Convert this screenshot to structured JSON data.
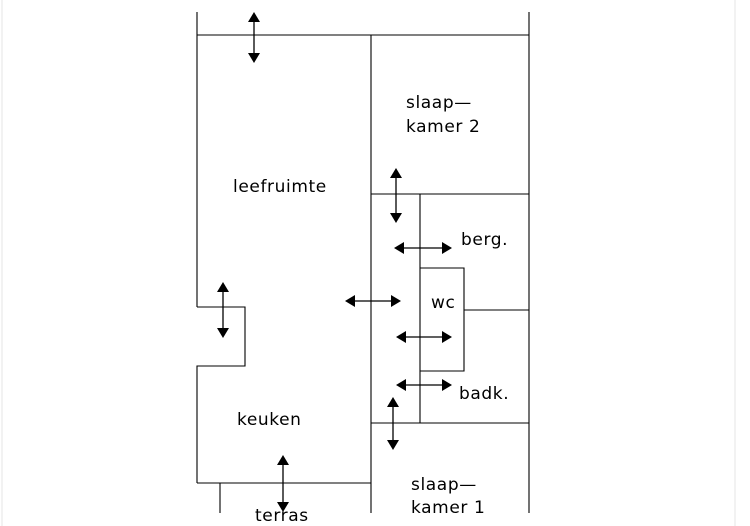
{
  "plan": {
    "rooms": {
      "leefruimte": "leefruimte",
      "slaapkamer2_line1": "slaap—",
      "slaapkamer2_line2": "kamer 2",
      "berg": "berg.",
      "wc": "wc",
      "badk": "badk.",
      "keuken": "keuken",
      "slaapkamer1_line1": "slaap—",
      "slaapkamer1_line2": "kamer 1",
      "terras": "terras"
    },
    "colors": {
      "line": "#000000",
      "background": "#ffffff"
    }
  }
}
